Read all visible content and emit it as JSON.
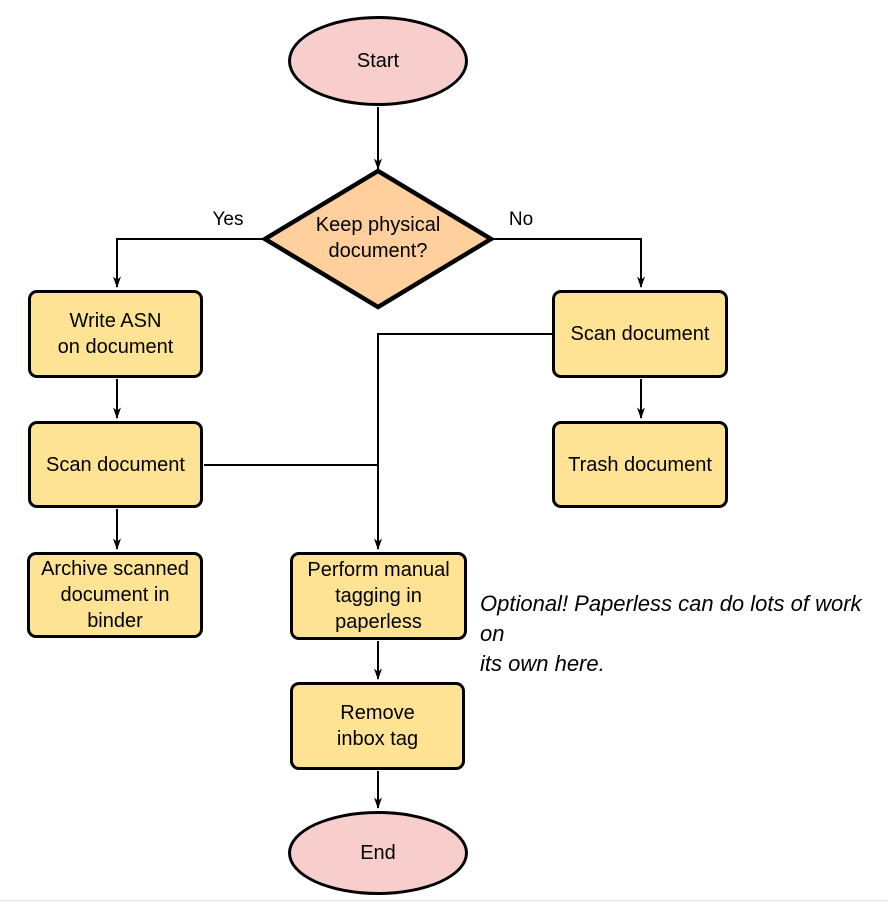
{
  "diagram": {
    "type": "flowchart",
    "background": "#ffffff",
    "colors": {
      "terminal_fill": "#f8cecc",
      "decision_fill": "#ffcf9e",
      "process_fill": "#ffe394",
      "stroke": "#000000",
      "text": "#000000",
      "page_edge_line": "#e4e4e4"
    },
    "nodes": {
      "start": {
        "label": "Start",
        "type": "terminal"
      },
      "keep_physical": {
        "label": "Keep physical\ndocument?",
        "type": "decision"
      },
      "write_asn": {
        "label": "Write ASN\non document",
        "type": "process"
      },
      "scan_left": {
        "label": "Scan document",
        "type": "process"
      },
      "archive": {
        "label": "Archive scanned\ndocument in\nbinder",
        "type": "process"
      },
      "scan_right": {
        "label": "Scan document",
        "type": "process"
      },
      "trash": {
        "label": "Trash document",
        "type": "process"
      },
      "tagging": {
        "label": "Perform manual\ntagging in\npaperless",
        "type": "process"
      },
      "remove_inbox": {
        "label": "Remove\ninbox tag",
        "type": "process"
      },
      "end": {
        "label": "End",
        "type": "terminal"
      }
    },
    "edge_labels": {
      "yes": "Yes",
      "no": "No"
    },
    "annotation": "Optional! Paperless can do lots of work on\nits own here."
  }
}
